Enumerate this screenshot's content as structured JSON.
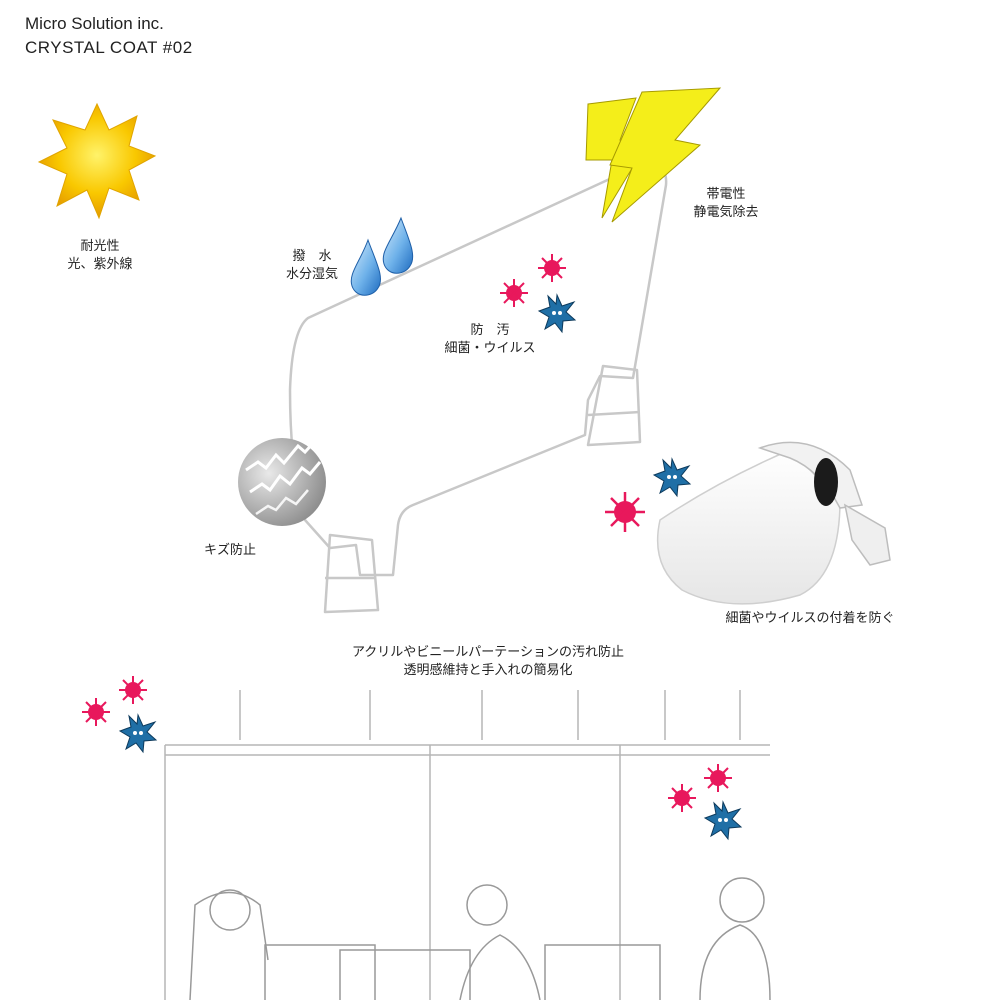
{
  "brand": {
    "company": "Micro Solution inc.",
    "product": "CRYSTAL COAT #02"
  },
  "features": {
    "uv": {
      "line1": "耐光性",
      "line2": "光、紫外線",
      "icon": "sun-icon"
    },
    "water": {
      "line1": "撥　水",
      "line2": "水分湿気",
      "icon": "water-drop-icon"
    },
    "static": {
      "line1": "帯電性",
      "line2": "静電気除去",
      "icon": "lightning-icon"
    },
    "antifouling": {
      "line1": "防　汚",
      "line2": "細菌・ウイルス",
      "icon": "virus-icon"
    },
    "scratch": {
      "label": "キズ防止",
      "icon": "scratch-icon"
    },
    "face_shield": {
      "label": "細菌やウイルスの付着を防ぐ",
      "icon": "face-shield-icon"
    }
  },
  "caption": {
    "line1": "アクリルやビニールパーテーションの汚れ防止",
    "line2": "透明感維持と手入れの簡易化"
  },
  "colors": {
    "virus_pink": "#e8185c",
    "virus_blue": "#1f6fa6",
    "sun_yellow": "#f9c800",
    "bolt_yellow": "#f4ee1a",
    "drop_blue": "#3a8fd8"
  }
}
